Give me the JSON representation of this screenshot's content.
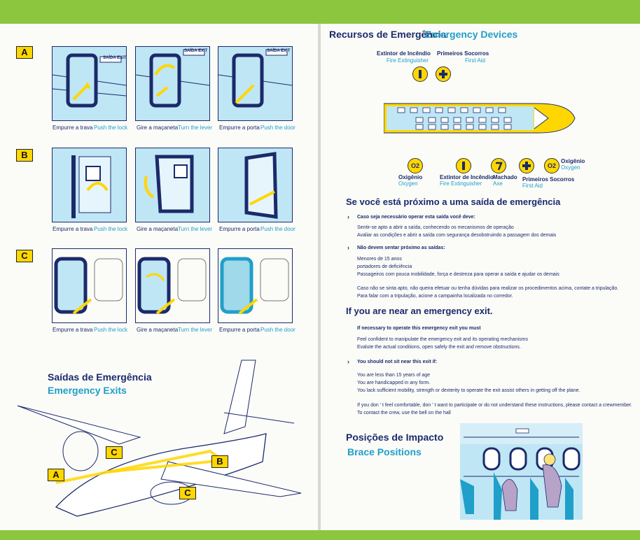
{
  "left": {
    "sections": [
      {
        "label": "A",
        "captions": [
          {
            "pt": "Empurre a trava",
            "en": "Push the lock"
          },
          {
            "pt": "Gire a maçaneta",
            "en": "Turn the lever"
          },
          {
            "pt": "Empurre a porta",
            "en": "Push the door"
          }
        ]
      },
      {
        "label": "B",
        "captions": [
          {
            "pt": "Empurre a trava",
            "en": "Push the lock"
          },
          {
            "pt": "Gire a maçaneta",
            "en": "Turn the lever"
          },
          {
            "pt": "Empurre a porta",
            "en": "Push the door"
          }
        ]
      },
      {
        "label": "C",
        "captions": [
          {
            "pt": "Empurre a trava",
            "en": "Push the lock"
          },
          {
            "pt": "Gire a maçaneta",
            "en": "Turn the lever"
          },
          {
            "pt": "Empurre a porta",
            "en": "Push the door"
          }
        ]
      }
    ],
    "exit_sign": "SAÍDA EXIT",
    "exits_title_pt": "Saídas de Emergência",
    "exits_title_en": "Emergency Exits",
    "plane_labels": {
      "a": "A",
      "b": "B",
      "c1": "C",
      "c2": "C"
    }
  },
  "right": {
    "devices_title_pt": "Recursos de Emergência",
    "devices_title_en": "Emergency Devices",
    "top_labels": {
      "ext_pt": "Extintor de Incêndio",
      "ext_en": "Fire Extinguisher",
      "aid_pt": "Primeiros Socorros",
      "aid_en": "First Aid"
    },
    "bottom_labels": {
      "oxy1_pt": "Oxigênio",
      "oxy1_en": "Oxygen",
      "ext_pt": "Extintor de Incêndio",
      "ext_en": "Fire Extinguisher",
      "axe_pt": "Machado",
      "axe_en": "Axe",
      "aid_pt": "Primeiros Socorros",
      "aid_en": "First Aid",
      "oxy2_pt": "Oxigênio",
      "oxy2_en": "Oxygen"
    },
    "icons": {
      "oxygen": "O2"
    },
    "pt_heading": "Se você está próximo a uma saída de emergência",
    "pt_block1_title": "Caso seja necessário operar esta saída você deve:",
    "pt_block1_lines": [
      "Sentir-se apto a abrir a saída, conhecendo os mecanismos de operação",
      "Avaliar as condições e abrir a saída com segurança desobstruindo a passagem dos demais"
    ],
    "pt_block2_title": "Não devem sentar próximo as saídas:",
    "pt_block2_lines": [
      "Menores de 15 anos",
      "portadores de deficiência",
      "Passageiros com pouca mobilidade, força e destreza para operar a saída e ajudar os demais"
    ],
    "pt_block3_lines": [
      "Caso não se sinta apto, não queira efetuar ou tenha dúvidas para realizar os procedimentos acima, contate a tripulação.",
      "Para falar com a tripulação, acione a campainha localizada no corredor."
    ],
    "en_heading": "If you are near an emergency exit.",
    "en_block1_title": "If necessary to operate this emergency exit you must",
    "en_block1_lines": [
      "Feel confident to manipulate the emergency exit and its operating mechanisms",
      "Evalute the actual conditions, open safely the exit and remove obstructions."
    ],
    "en_block2_title": "You should not sit near this exit if:",
    "en_block2_lines": [
      "You are less than 15 years of age",
      "You are handicapped in any form.",
      "You lack sufficient mobility, strength or dexterity to operate the exit assist others in getting off the plane."
    ],
    "en_block3_lines": [
      "If you don ' t feel comfortable, don ' t want to participate or do not understand these instructions, please contact a crewmember.",
      "To contact the crew, use the bell on the hall"
    ],
    "brace_title_pt": "Posições de Impacto",
    "brace_title_en": "Brace Positions"
  },
  "colors": {
    "navy": "#1b2a6b",
    "cyan": "#1f9fc9",
    "green": "#8cc63f",
    "yellow": "#ffd700",
    "panel": "#bfe6f5"
  }
}
